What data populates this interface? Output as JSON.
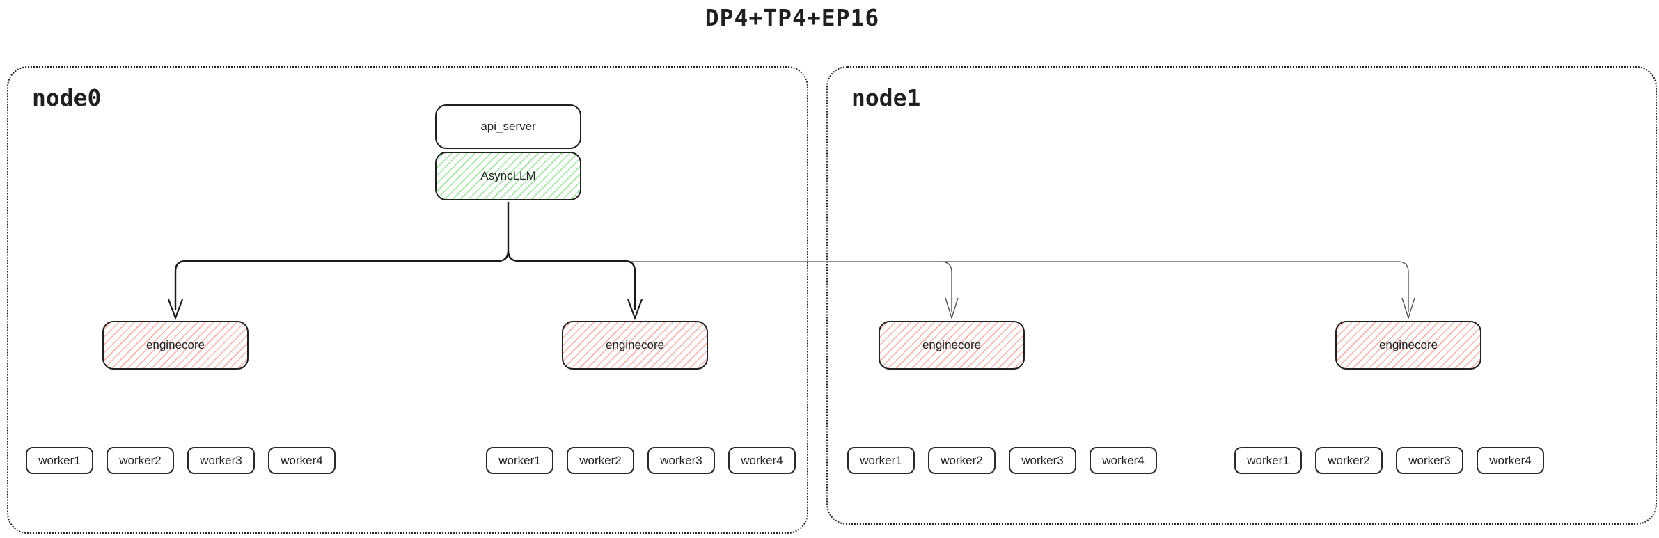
{
  "title": "DP4+TP4+EP16",
  "colors": {
    "green_hatch": "#9ce69c",
    "red_hatch": "#f6b0a8",
    "line_thick": "#1a1a1a",
    "line_thin": "#4a4a4a",
    "border_dark": "#1f1f1f"
  },
  "nodes": [
    {
      "label": "node0",
      "api_server_label": "api_server",
      "asyncllm_label": "AsyncLLM",
      "enginecores": [
        {
          "label": "enginecore",
          "workers": [
            "worker1",
            "worker2",
            "worker3",
            "worker4"
          ]
        },
        {
          "label": "enginecore",
          "workers": [
            "worker1",
            "worker2",
            "worker3",
            "worker4"
          ]
        }
      ]
    },
    {
      "label": "node1",
      "enginecores": [
        {
          "label": "enginecore",
          "workers": [
            "worker1",
            "worker2",
            "worker3",
            "worker4"
          ]
        },
        {
          "label": "enginecore",
          "workers": [
            "worker1",
            "worker2",
            "worker3",
            "worker4"
          ]
        }
      ]
    }
  ]
}
